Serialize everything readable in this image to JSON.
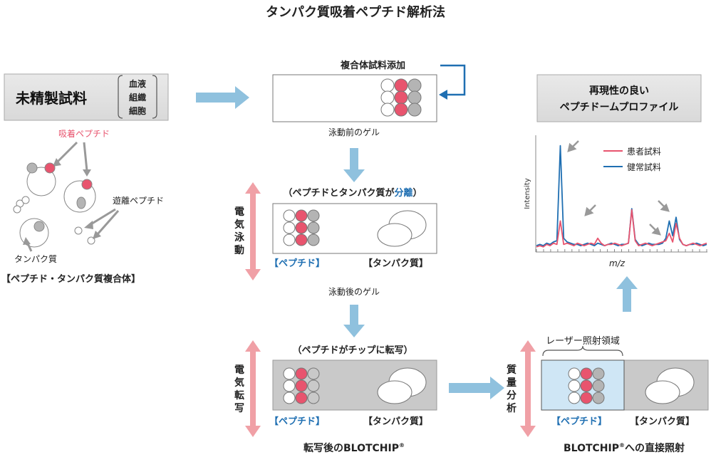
{
  "title": "タンパク質吸着ペプチド解析法",
  "left": {
    "crude_label": "未精製試料",
    "bracket_items": [
      "血液",
      "組織",
      "細胞"
    ],
    "adsorbed_peptide_label": "吸着ペプチド",
    "free_peptide_label": "遊離ペプチド",
    "protein_label": "タンパク質",
    "complex_caption": "【ペプチド・タンパク質複合体】"
  },
  "center": {
    "add_sample_label": "複合体試料添加",
    "gel_before_label": "泳動前のゲル",
    "separation_label_prefix": "（ペプチドとタンパク質が",
    "separation_label_keyword": "分離",
    "separation_label_suffix": "）",
    "electrophoresis_label": "電気泳動",
    "peptide_caption": "【ペプチド】",
    "protein_caption": "【タンパク質】",
    "gel_after_label": "泳動後のゲル",
    "transfer_label": "（ペプチドがチップに転写）",
    "electrotransfer_label": "電気転写",
    "chip_after_label_main": "転写後のBLOTCHIP",
    "chip_after_label_sup": "®"
  },
  "right": {
    "result_title_line1": "再現性の良い",
    "result_title_line2": "ペプチドームプロファイル",
    "legend_patient": "患者試料",
    "legend_healthy": "健常試料",
    "ylabel": "Intensity",
    "xlabel": "m/z",
    "mass_analysis_label": "質量分析",
    "laser_area_label": "レーザー照射領域",
    "peptide_caption": "【ペプチド】",
    "protein_caption": "【タンパク質】",
    "direct_label_main": "BLOTCHIP",
    "direct_label_sup": "®",
    "direct_label_suffix": "への直接照射"
  },
  "colors": {
    "peptide_red": "#e8546e",
    "gray_dot": "#b4b4b4",
    "arrow_blue": "#8fc1de",
    "arrow_pink": "#f0a0a6",
    "dark_blue": "#1f6fb2",
    "chip_gray": "#c9c9c9",
    "laser_blue": "#cfe6f5",
    "patient_line": "#e8546e",
    "healthy_line": "#1f6fb2"
  },
  "chart_data": {
    "type": "line",
    "xlabel": "m/z",
    "ylabel": "Intensity",
    "grid": false,
    "legend_position": "top-right",
    "x": [
      0,
      2,
      4,
      6,
      8,
      10,
      12,
      14,
      16,
      18,
      20,
      22,
      24,
      26,
      28,
      30,
      32,
      34,
      36,
      38,
      40,
      42,
      44,
      46,
      48,
      50,
      52,
      54,
      56,
      58,
      60,
      62,
      64,
      66,
      68,
      70,
      72,
      74,
      76,
      78,
      80,
      82,
      84,
      86,
      88,
      90,
      92,
      94,
      96,
      98,
      100
    ],
    "series": [
      {
        "name": "患者試料",
        "values": [
          3,
          4,
          3,
          5,
          4,
          6,
          5,
          24,
          5,
          6,
          5,
          4,
          6,
          5,
          4,
          5,
          6,
          5,
          10,
          6,
          4,
          5,
          5,
          6,
          5,
          4,
          5,
          6,
          33,
          8,
          4,
          5,
          6,
          5,
          4,
          5,
          6,
          7,
          8,
          14,
          7,
          22,
          10,
          5,
          4,
          5,
          6,
          5,
          4,
          5,
          6
        ]
      },
      {
        "name": "健常試料",
        "values": [
          4,
          5,
          4,
          6,
          5,
          7,
          8,
          85,
          10,
          7,
          6,
          5,
          5,
          4,
          5,
          6,
          5,
          4,
          6,
          5,
          4,
          5,
          6,
          5,
          4,
          5,
          5,
          6,
          34,
          9,
          5,
          4,
          5,
          6,
          5,
          5,
          5,
          6,
          10,
          24,
          12,
          27,
          9,
          5,
          4,
          5,
          5,
          6,
          5,
          4,
          5
        ]
      }
    ]
  }
}
